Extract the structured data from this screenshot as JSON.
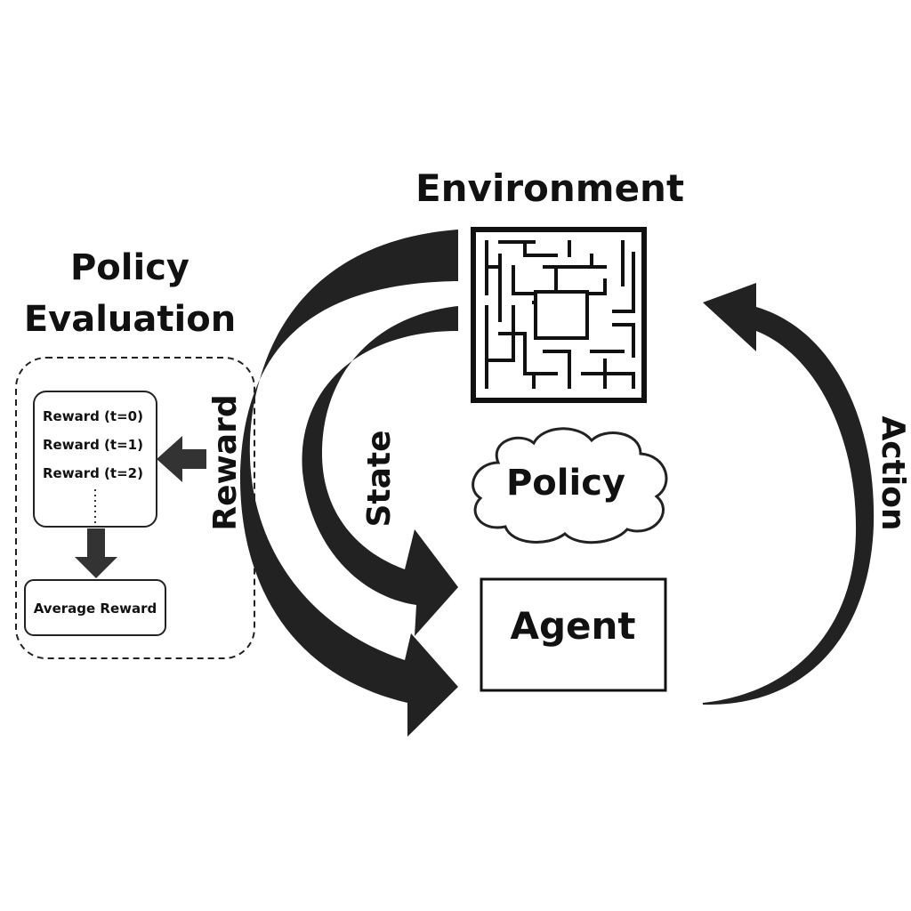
{
  "labels": {
    "environment": "Environment",
    "policy_evaluation_line1": "Policy",
    "policy_evaluation_line2": "Evaluation",
    "reward": "Reward",
    "state": "State",
    "action": "Action",
    "policy": "Policy",
    "agent": "Agent"
  },
  "reward_log": {
    "items": [
      "Reward (t=0)",
      "Reward (t=1)",
      "Reward (t=2)"
    ],
    "summary": "Average Reward"
  },
  "icons": {
    "environment": "maze-icon",
    "policy": "cloud-shape"
  },
  "colors": {
    "arrow": "#222222",
    "text": "#111111",
    "background": "#ffffff"
  }
}
